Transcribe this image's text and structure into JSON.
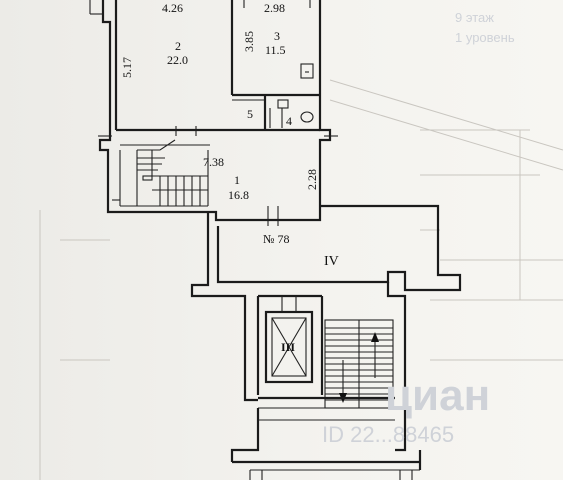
{
  "plan": {
    "room_2": {
      "number": "2",
      "area": "22.0",
      "width": "4.26",
      "length": "5.17"
    },
    "room_3": {
      "number": "3",
      "area": "11.5",
      "width": "2.98",
      "length": "3.85"
    },
    "room_1": {
      "number": "1",
      "area": "16.8",
      "width": "7.38",
      "depth": "2.28"
    },
    "room_4": {
      "number": "4"
    },
    "room_5": {
      "number": "5"
    },
    "apartment_label": "№ 78",
    "section_label": "IV",
    "shaft_label": "III"
  },
  "watermark": {
    "brand": "циан",
    "id": "ID 22...88465"
  },
  "background_text": {
    "floor": "9 этаж",
    "level": "1 уровень"
  }
}
